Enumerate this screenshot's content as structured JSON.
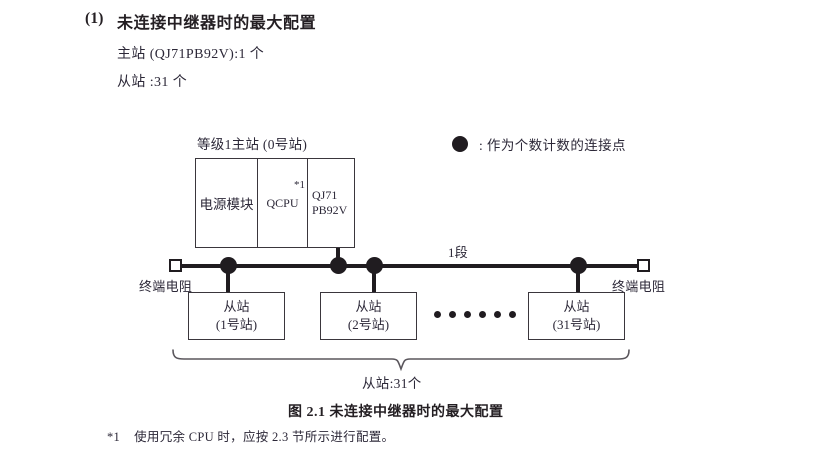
{
  "heading": {
    "number": "(1)",
    "title": "未连接中继器时的最大配置",
    "spec_master": "主站 (QJ71PB92V):1 个",
    "spec_slave": "从站 :31 个"
  },
  "legend": {
    "symbol": "filled-circle",
    "text": ": 作为个数计数的连接点"
  },
  "diagram": {
    "master_label": "等级1主站 (0号站)",
    "rack": {
      "power_module": "电源模块",
      "cpu": "QCPU",
      "cpu_footnote_mark": "*1",
      "network_module_line1": "QJ71",
      "network_module_line2": "PB92V"
    },
    "segment_label": "1段",
    "terminator_left": "终端电阻",
    "terminator_right": "终端电阻",
    "slaves": [
      {
        "title": "从站",
        "station": "(1号站)"
      },
      {
        "title": "从站",
        "station": "(2号站)"
      },
      {
        "title": "从站",
        "station": "(31号站)"
      }
    ],
    "ellipsis_dot_count": 6,
    "brace_label": "从站:31个"
  },
  "caption": "图 2.1  未连接中继器时的最大配置",
  "footnote": {
    "mark": "*1",
    "text": "使用冗余 CPU 时，应按 2.3 节所示进行配置。"
  },
  "colors": {
    "ink": "#241f23",
    "text_blue_black": "#2c2838",
    "line": "#201c20",
    "box_border": "#3a363c"
  }
}
